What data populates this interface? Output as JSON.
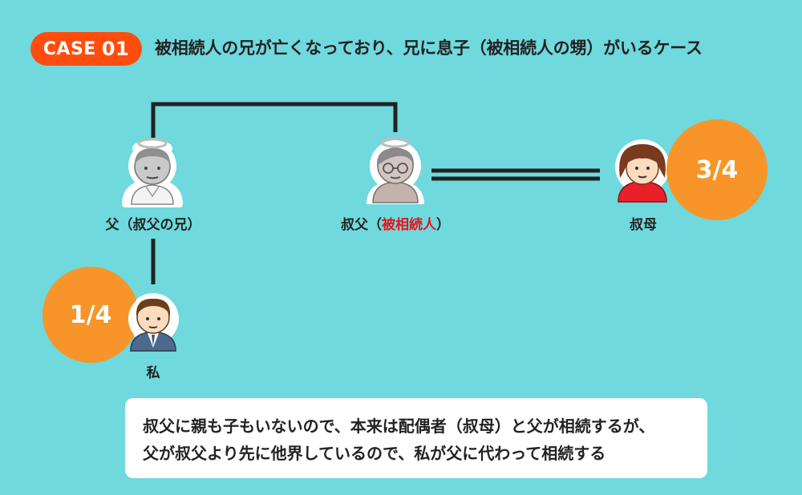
{
  "header": {
    "case_label": "CASE",
    "case_number": "01",
    "title": "被相続人の兄が亡くなっており、兄に息子（被相続人の甥）がいるケース"
  },
  "people": {
    "father": {
      "label": "父（叔父の兄）"
    },
    "uncle": {
      "label_prefix": "叔父（",
      "label_highlight": "被相続人",
      "label_suffix": "）"
    },
    "aunt": {
      "label": "叔母",
      "share": "3/4"
    },
    "me": {
      "label": "私",
      "share": "1/4"
    }
  },
  "note": {
    "line1": "叔父に親も子もいないので、本来は配偶者（叔母）と父が相続するが、",
    "line2": "父が叔父より先に他界しているので、私が父に代わって相続する"
  },
  "colors": {
    "background": "#6fd9dd",
    "badge": "#ff4d0f",
    "share_circle": "#f7952a",
    "highlight": "#e8131b"
  }
}
